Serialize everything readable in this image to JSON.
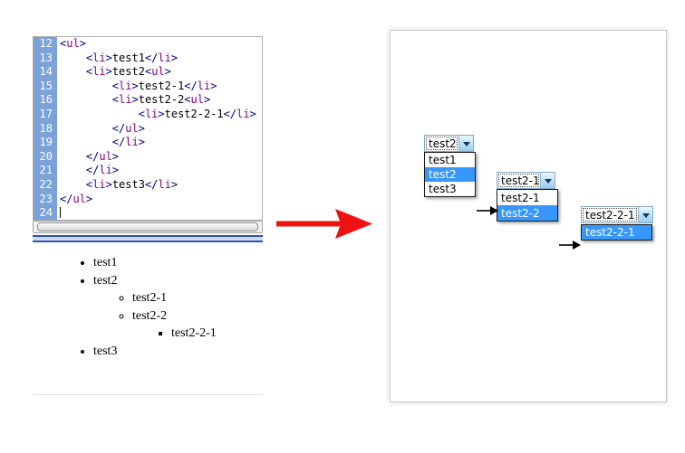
{
  "editor": {
    "lines": [
      {
        "num": "12",
        "code": "<ul>"
      },
      {
        "num": "13",
        "code": "    <li>test1</li>"
      },
      {
        "num": "14",
        "code": "    <li>test2<ul>"
      },
      {
        "num": "15",
        "code": "        <li>test2-1</li>"
      },
      {
        "num": "16",
        "code": "        <li>test2-2<ul>"
      },
      {
        "num": "17",
        "code": "            <li>test2-2-1</li>"
      },
      {
        "num": "18",
        "code": "        </ul>"
      },
      {
        "num": "19",
        "code": "        </li>"
      },
      {
        "num": "20",
        "code": "    </ul>"
      },
      {
        "num": "21",
        "code": "    </li>"
      },
      {
        "num": "22",
        "code": "    <li>test3</li>"
      },
      {
        "num": "23",
        "code": "</ul>"
      },
      {
        "num": "24",
        "code": "",
        "caret": true
      }
    ],
    "colors": {
      "gutter_bg": "#7ba2d9",
      "gutter_text": "#ffffff",
      "bracket": "#00007f",
      "tag_name": "#7f007f",
      "plain_text": "#000000"
    }
  },
  "preview": {
    "list": [
      {
        "label": "test1",
        "bullet": "disc",
        "children": []
      },
      {
        "label": "test2",
        "bullet": "disc",
        "children": [
          {
            "label": "test2-1",
            "bullet": "circle",
            "children": []
          },
          {
            "label": "test2-2",
            "bullet": "circle",
            "children": [
              {
                "label": "test2-2-1",
                "bullet": "square",
                "children": []
              }
            ]
          }
        ]
      },
      {
        "label": "test3",
        "bullet": "disc",
        "children": []
      }
    ]
  },
  "transform_arrow": {
    "color": "#ee1212"
  },
  "cascade": {
    "highlight_color": "#3797fd",
    "connector_color": "#000000",
    "combos": [
      {
        "value": "test2",
        "options": [
          "test1",
          "test2",
          "test3"
        ],
        "selected_index": 1
      },
      {
        "value": "test2-1",
        "options": [
          "test2-1",
          "test2-2"
        ],
        "selected_index": 1
      },
      {
        "value": "test2-2-1",
        "options": [
          "test2-2-1"
        ],
        "selected_index": 0
      }
    ]
  }
}
